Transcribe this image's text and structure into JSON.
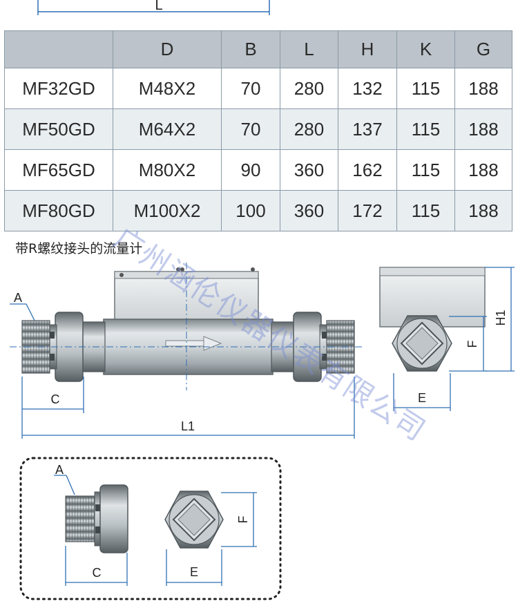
{
  "table": {
    "headers": [
      "",
      "D",
      "B",
      "L",
      "H",
      "K",
      "G"
    ],
    "rows": [
      [
        "MF32GD",
        "M48X2",
        "70",
        "280",
        "132",
        "115",
        "188"
      ],
      [
        "MF50GD",
        "M64X2",
        "70",
        "280",
        "137",
        "115",
        "188"
      ],
      [
        "MF65GD",
        "M80X2",
        "90",
        "360",
        "162",
        "115",
        "188"
      ],
      [
        "MF80GD",
        "M100X2",
        "100",
        "360",
        "172",
        "115",
        "188"
      ]
    ]
  },
  "caption": "带R螺纹接头的流量计",
  "labels": {
    "top_l": "L",
    "a_main": "A",
    "c_main": "C",
    "l1": "L1",
    "h1": "H1",
    "f_side": "F",
    "e_side": "E",
    "a_inset": "A",
    "c_inset": "C",
    "e_inset": "E",
    "f_inset": "F"
  },
  "watermark": "广州涵伦仪器仪表有限公司",
  "colors": {
    "table_header": "#bcc3ca",
    "row_alt": "#e9eef1",
    "dimension_line": "#2f6fb5",
    "metal": "#9aa3a8"
  }
}
